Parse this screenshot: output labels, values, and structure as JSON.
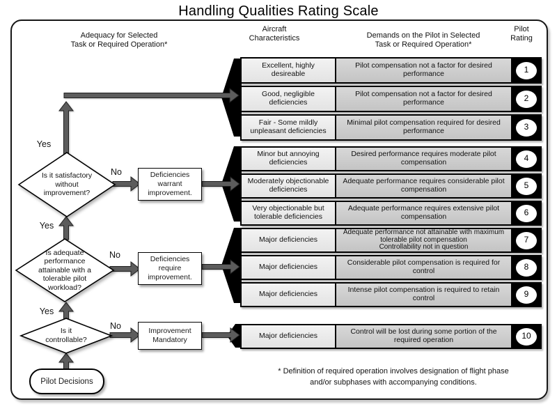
{
  "title": "Handling Qualities Rating Scale",
  "columns": {
    "adequacy": "Adequacy for Selected\nTask or Required  Operation*",
    "aircraft": "Aircraft\nCharacteristics",
    "demands": "Demands on the Pilot in Selected\nTask or Required Operation*",
    "rating": "Pilot\nRating"
  },
  "flow": {
    "start": "Pilot Decisions",
    "decisions": [
      {
        "question": "Is it satisfactory\nwithout\nimprovement?",
        "yes_label": "Yes",
        "no_label": "No",
        "action": "Deficiencies\nwarrant\nimprovement."
      },
      {
        "question": "Is adequate\nperformance\nattainable with a\ntolerable pilot\nworkload?",
        "yes_label": "Yes",
        "no_label": "No",
        "action": "Deficiencies\nrequire\nimprovement."
      },
      {
        "question": "Is it\ncontrollable?",
        "yes_label": "Yes",
        "no_label": "No",
        "action": "Improvement\nMandatory"
      }
    ]
  },
  "groups": [
    {
      "rows": [
        {
          "char": "Excellent, highly\ndesireable",
          "demand": "Pilot compensation not a factor for desired performance",
          "rating": "1"
        },
        {
          "char": "Good, negligible\ndeficiencies",
          "demand": "Pilot compensation not a factor for desired performance",
          "rating": "2"
        },
        {
          "char": "Fair - Some mildly\nunpleasant deficiencies",
          "demand": "Minimal pilot compensation required for desired performance",
          "rating": "3"
        }
      ]
    },
    {
      "rows": [
        {
          "char": "Minor but annoying\ndeficiencies",
          "demand": "Desired performance requires moderate pilot compensation",
          "rating": "4"
        },
        {
          "char": "Moderately objectionable\ndeficiencies",
          "demand": "Adequate performance requires considerable pilot compensation",
          "rating": "5"
        },
        {
          "char": "Very objectionable but\ntolerable deficiencies",
          "demand": "Adequate performance requires extensive pilot compensation",
          "rating": "6"
        }
      ]
    },
    {
      "rows": [
        {
          "char": "Major deficiencies",
          "demand": "Adequate performance not attainable with maximum tolerable pilot compensation\nControllability not in question",
          "rating": "7"
        },
        {
          "char": "Major deficiencies",
          "demand": "Considerable pilot compensation is required for control",
          "rating": "8"
        },
        {
          "char": "Major deficiencies",
          "demand": "Intense pilot compensation is required to retain control",
          "rating": "9"
        }
      ]
    },
    {
      "rows": [
        {
          "char": "Major deficiencies",
          "demand": "Control will be lost during some portion of the required operation",
          "rating": "10"
        }
      ]
    }
  ],
  "footnote": "* Definition of required operation involves designation of flight phase\nand/or subphases with accompanying conditions."
}
